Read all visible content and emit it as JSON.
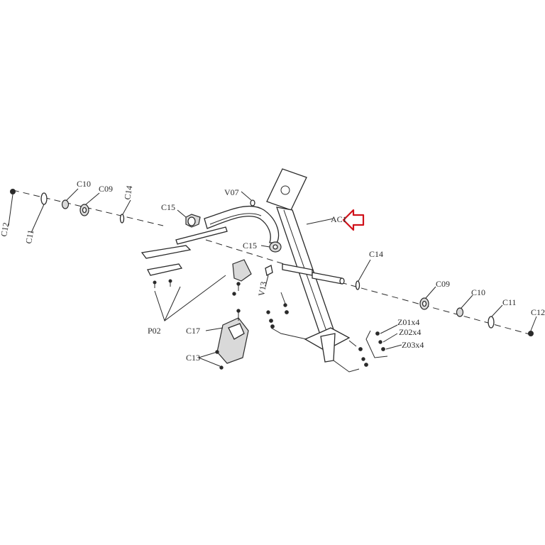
{
  "labels": {
    "c12_left": "C12",
    "c11_left": "C11",
    "c10_left": "C10",
    "c09_left": "C09",
    "c14_left": "C14",
    "c15_top": "C15",
    "v07": "V07",
    "ac1": "AC1",
    "c15_mid": "C15",
    "c14_right": "C14",
    "v13": "V13",
    "c09_right": "C09",
    "c10_right": "C10",
    "c11_right": "C11",
    "c12_right": "C12",
    "p02": "P02",
    "c17": "C17",
    "c13": "C13",
    "z01": "Z01x4",
    "z02": "Z02x4",
    "z03": "Z03x4"
  },
  "colors": {
    "line": "#2a2a2a",
    "highlight_arrow": "#d0121b"
  },
  "icons": {
    "highlight": "left-arrow-outline-icon"
  }
}
